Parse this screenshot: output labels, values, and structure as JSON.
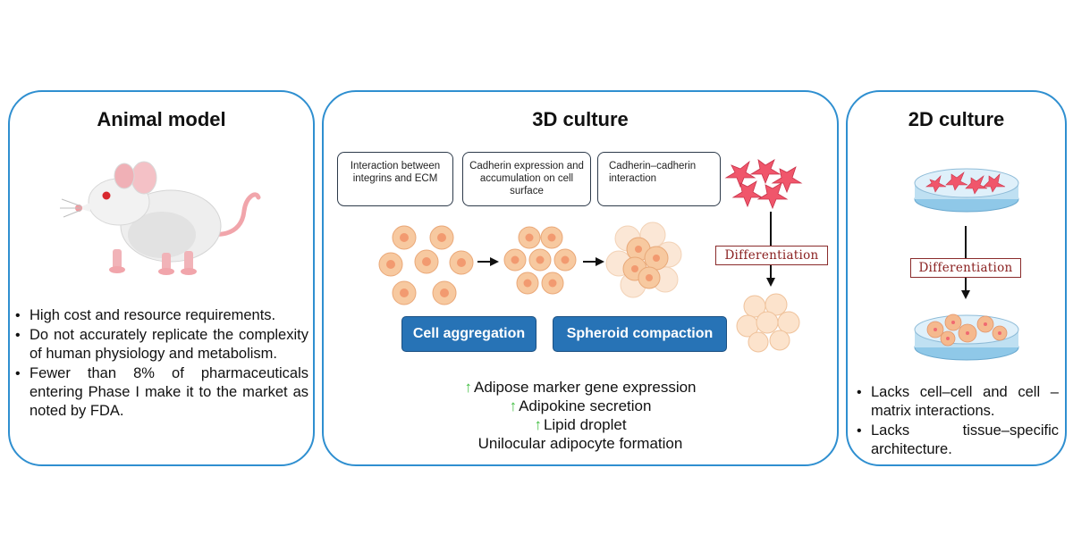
{
  "animal": {
    "title": "Animal model",
    "bullets": [
      "High cost and resource requirements.",
      "Do not accurately replicate the complexity of human physiology and metabolism.",
      "Fewer than 8% of pharmaceuticals entering Phase I make it to the market as noted by FDA."
    ]
  },
  "culture3d": {
    "title": "3D culture",
    "mechanisms": {
      "integrin": "Interaction between integrins and ECM",
      "cadherin_expression": "Cadherin expression and accumulation on cell surface",
      "cadherin_interaction": "Cadherin–cadherin interaction"
    },
    "stages": {
      "aggregation": "Cell aggregation",
      "compaction": "Spheroid compaction"
    },
    "differentiation": "Differentiation",
    "outcomes": {
      "marker": "Adipose marker gene expression",
      "adipokine": "Adipokine secretion",
      "lipid": "Lipid droplet",
      "unilocular": "Unilocular adipocyte formation"
    },
    "up_arrow_glyph": "↑"
  },
  "culture2d": {
    "title": "2D culture",
    "differentiation": "Differentiation",
    "bullets": [
      "Lacks cell–cell and cell –matrix interactions.",
      "Lacks tissue–specific architecture."
    ]
  },
  "colors": {
    "panel_border": "#2f8fd0",
    "stage_button": "#2773b6",
    "differentiation_text": "#8a2020",
    "up_arrow": "#3dbd3d",
    "cell_fill": "#f7c9a0",
    "cell_nucleus": "#f29a70",
    "fibroblast": "#f0566b"
  }
}
